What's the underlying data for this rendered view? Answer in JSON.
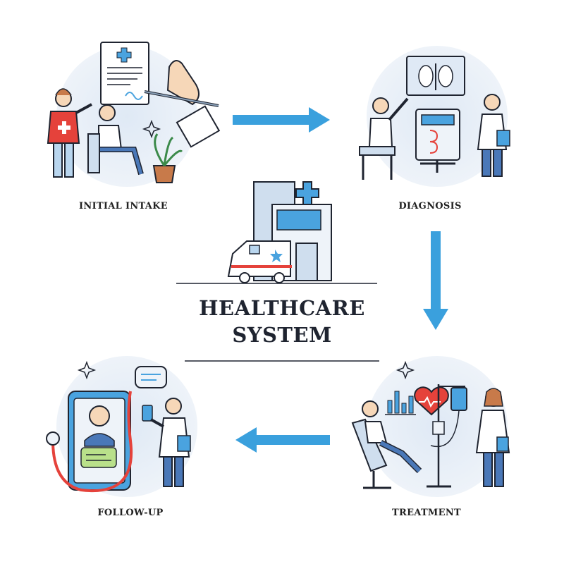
{
  "diagram": {
    "title_line_1": "HEALTHCARE",
    "title_line_2": "SYSTEM",
    "steps": [
      {
        "label": "INITIAL INTAKE",
        "icon": "intake-illustration"
      },
      {
        "label": "DIAGNOSIS",
        "icon": "diagnosis-illustration"
      },
      {
        "label": "TREATMENT",
        "icon": "treatment-illustration"
      },
      {
        "label": "FOLLOW-UP",
        "icon": "follow-up-illustration"
      }
    ],
    "flow": "clockwise",
    "colors": {
      "arrow": "#3aa0dd",
      "accent_blue": "#4aa3df",
      "accent_red": "#e5423b",
      "outline": "#1f2430",
      "circle_bg": "#e3edf7"
    }
  }
}
